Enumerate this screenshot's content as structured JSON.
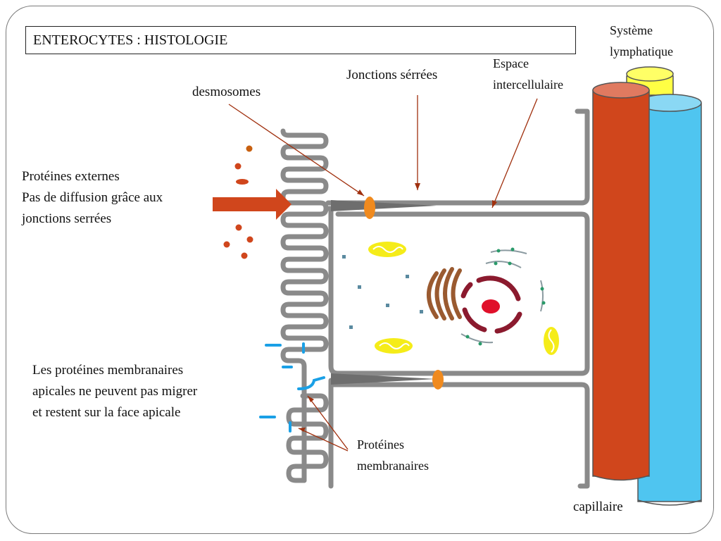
{
  "title": "ENTEROCYTES : HISTOLOGIE",
  "labels": {
    "lymph": [
      "Système",
      "lymphatique"
    ],
    "espace": [
      "Espace",
      "intercellulaire"
    ],
    "jonctions": "Jonctions sérrées",
    "desmosomes": "desmosomes",
    "proteines_externes": [
      "Protéines externes",
      "Pas de diffusion grâce aux",
      "jonctions serrées"
    ],
    "apicales": [
      "Les protéines membranaires",
      "apicales ne peuvent pas migrer",
      "et restent sur la face apicale"
    ],
    "proteines_membranaires": [
      "Protéines",
      "membranaires"
    ],
    "capillaire": "capillaire"
  },
  "colors": {
    "membrane": "#8a8a8a",
    "capillary": "#d0461c",
    "arrow": "#d0461c",
    "lymph_yellow": "#ffff44",
    "lymph_teal": "#48cbb8",
    "lymph_blue": "#4fc5f0",
    "mitochondria": "#f5ec19",
    "golgi": "#9a5a30",
    "nucleus": "#8b1a2e",
    "nucleolus": "#e0102a",
    "desmosome": "#f08a1e",
    "protein": "#1aa0e6",
    "pointer": "#a0300e"
  }
}
